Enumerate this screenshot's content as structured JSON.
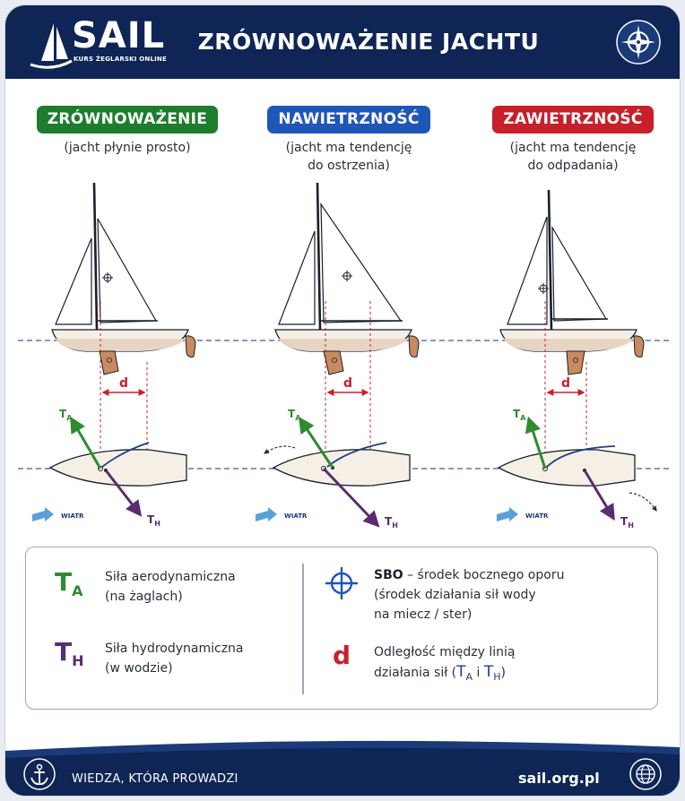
{
  "header": {
    "brand_name": "SAIL",
    "brand_sub": "KURS ŻEGLARSKI ONLINE",
    "title": "ZRÓWNOWAŻENIE JACHTU",
    "compass_icon": "compass-icon"
  },
  "columns": [
    {
      "badge": "ZRÓWNOWAŻENIE",
      "sub1": "(jacht płynie prosto)",
      "sub2": "",
      "color": "#1e7d2c"
    },
    {
      "badge": "NAWIETRZNOŚĆ",
      "sub1": "(jacht ma tendencję",
      "sub2": "do ostrzenia)",
      "color": "#1f56b8"
    },
    {
      "badge": "ZAWIETRZNOŚĆ",
      "sub1": "(jacht ma tendencję",
      "sub2": "do odpadania)",
      "color": "#c8202a"
    }
  ],
  "diagram": {
    "distance_label": "d",
    "ta_main": "T",
    "ta_sub": "A",
    "th_main": "T",
    "th_sub": "H",
    "wind_label": "WIATR",
    "colors": {
      "ta": "#2e8b2e",
      "th": "#5a2d6e",
      "d": "#c8202a",
      "waterline": "#3c5a99"
    }
  },
  "legend": {
    "ta_symbol": "T",
    "ta_sub": "A",
    "ta_line1": "Siła aerodynamiczna",
    "ta_line2": "(na żaglach)",
    "th_symbol": "T",
    "th_sub": "H",
    "th_line1": "Siła hydrodynamiczna",
    "th_line2": "(w wodzie)",
    "sbo_abbr": "SBO",
    "sbo_line1": " – środek bocznego oporu",
    "sbo_line2": "(środek działania sił wody",
    "sbo_line3": "na miecz / ster)",
    "d_symbol": "d",
    "d_line1": "Odległość między linią",
    "d_line2_a": "działania sił (",
    "d_line2_t1": "T",
    "d_line2_s1": "A",
    "d_line2_i": " i ",
    "d_line2_t2": "T",
    "d_line2_s2": "H",
    "d_line2_b": ")"
  },
  "footer": {
    "tagline": "WIEDZA, KTÓRA PROWADZI",
    "site": "sail.org.pl",
    "anchor_icon": "anchor-icon",
    "globe_icon": "globe-icon"
  }
}
